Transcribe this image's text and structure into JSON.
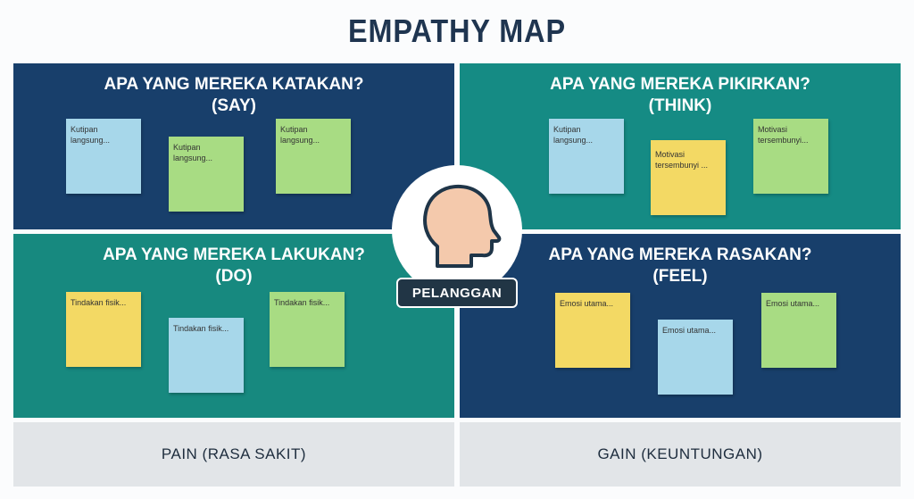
{
  "title": "EMPATHY MAP",
  "quadrants": {
    "say": {
      "title": "APA YANG MEREKA KATAKAN?",
      "subtitle": "(SAY)",
      "notes": [
        "Kutipan langsung...",
        "Kutipan langsung...",
        "Kutipan langsung..."
      ]
    },
    "think": {
      "title": "APA YANG MEREKA PIKIRKAN?",
      "subtitle": "(THINK)",
      "notes": [
        "Kutipan langsung...",
        "Motivasi tersembunyi ...",
        "Motivasi tersembunyi..."
      ]
    },
    "do": {
      "title": "APA YANG MEREKA LAKUKAN?",
      "subtitle": "(DO)",
      "notes": [
        "Tindakan fisik...",
        "Tindakan fisik...",
        "Tindakan fisik..."
      ]
    },
    "feel": {
      "title": "APA YANG MEREKA RASAKAN?",
      "subtitle": "(FEEL)",
      "notes": [
        "Emosi utama...",
        "Emosi utama...",
        "Emosi utama..."
      ]
    }
  },
  "center": {
    "label": "PELANGGAN",
    "icon": "head-profile-icon"
  },
  "bottom": {
    "pain": "PAIN (RASA SAKIT)",
    "gain": "GAIN (KEUNTUNGAN)"
  },
  "colors": {
    "navy": "#183f6b",
    "teal": "#158b84",
    "note_blue": "#a7d7ea",
    "note_green": "#a8dc83",
    "note_yellow": "#f3d964",
    "bottom_bg": "#e2e5e8"
  }
}
